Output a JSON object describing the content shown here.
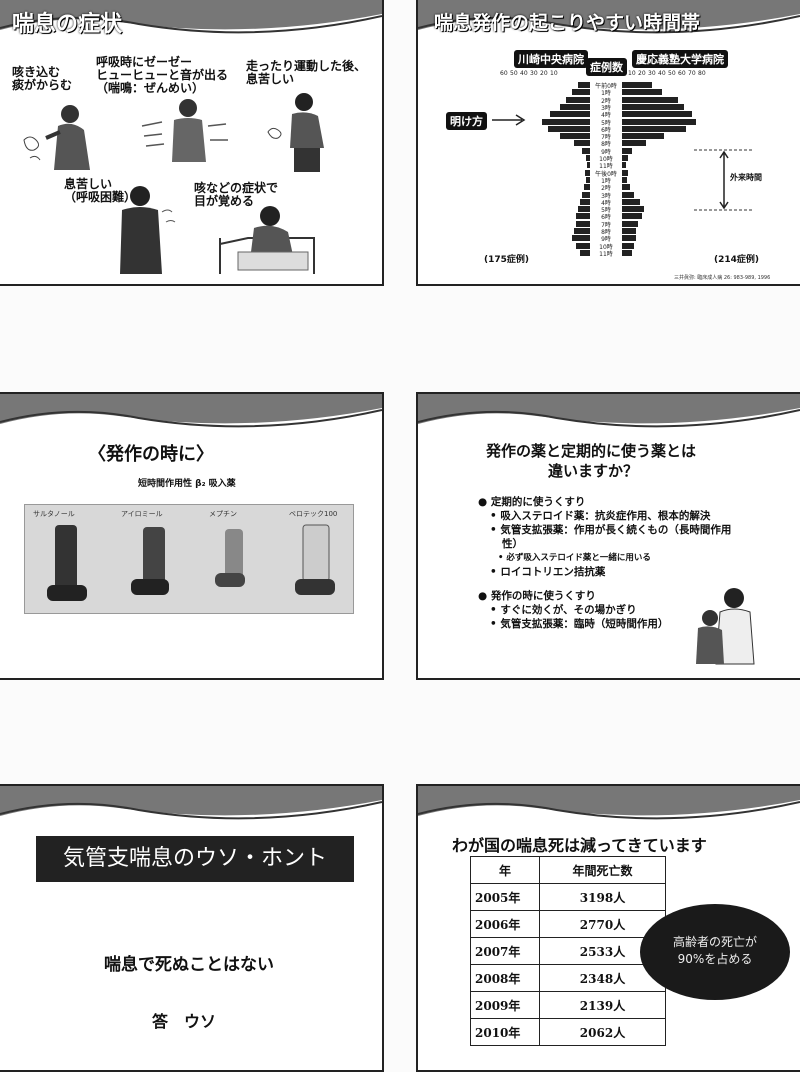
{
  "slide1": {
    "title": "喘息の症状",
    "labels": [
      {
        "line1": "咳き込む",
        "line2": "痰がからむ"
      },
      {
        "line1": "呼吸時にゼーゼー",
        "line2": "ヒューヒューと音が出る",
        "line3": "（喘鳴：ぜんめい）"
      },
      {
        "line1": "走ったり運動した後、",
        "line2": "息苦しい"
      },
      {
        "line1": "息苦しい",
        "line2": "（呼吸困難）"
      },
      {
        "line1": "咳などの症状で",
        "line2": "目が覚める"
      }
    ]
  },
  "slide2": {
    "title": "喘息発作の起こりやすい時間帯",
    "left_hospital": "川崎中央病院",
    "center_label": "症例数",
    "right_hospital": "慶応義塾大学病院",
    "left_ticks": [
      "60",
      "50",
      "40",
      "30",
      "20",
      "10"
    ],
    "right_ticks": [
      "10",
      "20",
      "30",
      "40",
      "50",
      "60",
      "70",
      "80"
    ],
    "dawn_label": "明け方",
    "clinic_label": "外来時間",
    "left_cases": "(175症例)",
    "right_cases": "(214症例)",
    "source": "三井眞弥: 臨床成人病 26: 983-989, 1996",
    "chart_data": {
      "type": "bar",
      "title": "喘息発作の起こりやすい時間帯",
      "xlabel": "症例数",
      "categories": [
        "午前0時",
        "1時",
        "2時",
        "3時",
        "4時",
        "5時",
        "6時",
        "7時",
        "8時",
        "9時",
        "10時",
        "11時",
        "午後0時",
        "1時",
        "2時",
        "3時",
        "4時",
        "5時",
        "6時",
        "7時",
        "8時",
        "9時",
        "10時",
        "11時"
      ],
      "series": [
        {
          "name": "川崎中央病院",
          "values": [
            12,
            18,
            24,
            30,
            40,
            48,
            42,
            30,
            16,
            8,
            4,
            3,
            5,
            4,
            6,
            8,
            10,
            12,
            14,
            14,
            16,
            18,
            14,
            10
          ]
        },
        {
          "name": "慶応義塾大学病院",
          "values": [
            30,
            40,
            56,
            62,
            70,
            74,
            64,
            42,
            24,
            10,
            6,
            4,
            6,
            5,
            8,
            12,
            18,
            22,
            20,
            16,
            14,
            14,
            12,
            10
          ]
        }
      ]
    }
  },
  "slide3": {
    "title": "〈発作の時に〉",
    "subtitle": "短時間作用性 β₂ 吸入薬",
    "products": [
      "サルタノール",
      "アイロミール",
      "メプチン",
      "ベロテック100"
    ]
  },
  "slide4": {
    "title_line1": "発作の薬と定期的に使う薬とは",
    "title_line2": "違いますか？",
    "bullets": [
      {
        "text": "● 定期的に使うくすり",
        "level": 0
      },
      {
        "text": "• 吸入ステロイド薬：抗炎症作用、根本的解決",
        "level": 1
      },
      {
        "text": "• 気管支拡張薬：作用が長く続くもの（長時間作用",
        "level": 1
      },
      {
        "text": "性）",
        "level": 2
      },
      {
        "text": "• 必ず吸入ステロイド薬と一緒に用いる",
        "level": 3
      },
      {
        "text": "• ロイコトリエン拮抗薬",
        "level": 1
      },
      {
        "text": "● 発作の時に使うくすり",
        "level": 0
      },
      {
        "text": "• すぐに効くが、その場かぎり",
        "level": 1
      },
      {
        "text": "• 気管支拡張薬：臨時（短時間作用）",
        "level": 1
      }
    ]
  },
  "slide5": {
    "banner": "気管支喘息のウソ・ホント",
    "statement": "喘息で死ぬことはない",
    "answer": "答　ウソ"
  },
  "slide6": {
    "title": "わが国の喘息死は減ってきています",
    "col_year": "年",
    "col_deaths": "年間死亡数",
    "rows": [
      {
        "year": "2005年",
        "deaths": "3198人"
      },
      {
        "year": "2006年",
        "deaths": "2770人"
      },
      {
        "year": "2007年",
        "deaths": "2533人"
      },
      {
        "year": "2008年",
        "deaths": "2348人"
      },
      {
        "year": "2009年",
        "deaths": "2139人"
      },
      {
        "year": "2010年",
        "deaths": "2062人"
      }
    ],
    "bubble_line1": "高齢者の死亡が",
    "bubble_line2": "90%を占める"
  }
}
